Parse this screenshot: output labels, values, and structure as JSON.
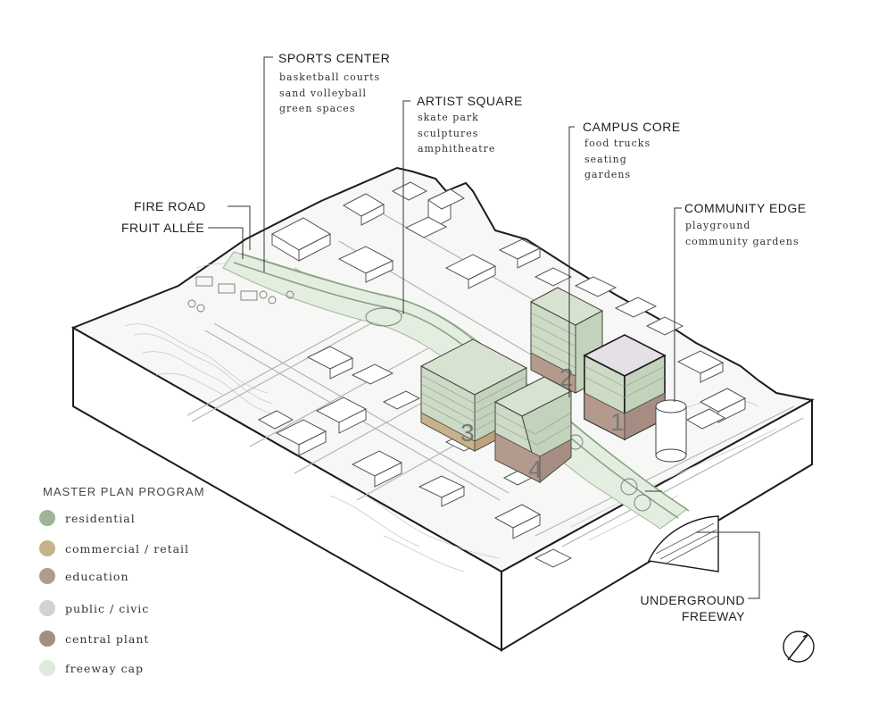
{
  "callouts": {
    "sports_center": {
      "title": "SPORTS CENTER",
      "items": [
        "basketball courts",
        "sand volleyball",
        "green spaces"
      ]
    },
    "artist_square": {
      "title": "ARTIST SQUARE",
      "items": [
        "skate park",
        "sculptures",
        "amphitheatre"
      ]
    },
    "campus_core": {
      "title": "CAMPUS CORE",
      "items": [
        "food trucks",
        "seating",
        "gardens"
      ]
    },
    "community_edge": {
      "title": "COMMUNITY EDGE",
      "items": [
        "playground",
        "community gardens"
      ]
    }
  },
  "side_labels": {
    "fire_road": "FIRE ROAD",
    "fruit_allee": "FRUIT ALLÉE"
  },
  "freeway": {
    "line1": "UNDERGROUND",
    "line2": "FREEWAY"
  },
  "buildings": {
    "b1": "1",
    "b2": "2",
    "b3": "3",
    "b4": "4"
  },
  "legend": {
    "title": "MASTER PLAN PROGRAM",
    "items": [
      {
        "label": "residential",
        "color": "#9fb597"
      },
      {
        "label": "commercial / retail",
        "color": "#c8b28c"
      },
      {
        "label": "education",
        "color": "#b39a8c"
      },
      {
        "label": "public / civic",
        "color": "#d8cfd2"
      },
      {
        "label": "central plant",
        "color": "#a58d82"
      },
      {
        "label": "freeway cap",
        "color": "#dfe9dc"
      }
    ]
  },
  "colors": {
    "residential": "#cddbc6",
    "commercial": "#c8b28c",
    "education": "#b39a8c",
    "civic": "#e5e0e6",
    "freeway_cap": "#e3ede0",
    "line": "#222222"
  },
  "icons": {
    "north_arrow": "north-arrow-icon"
  }
}
